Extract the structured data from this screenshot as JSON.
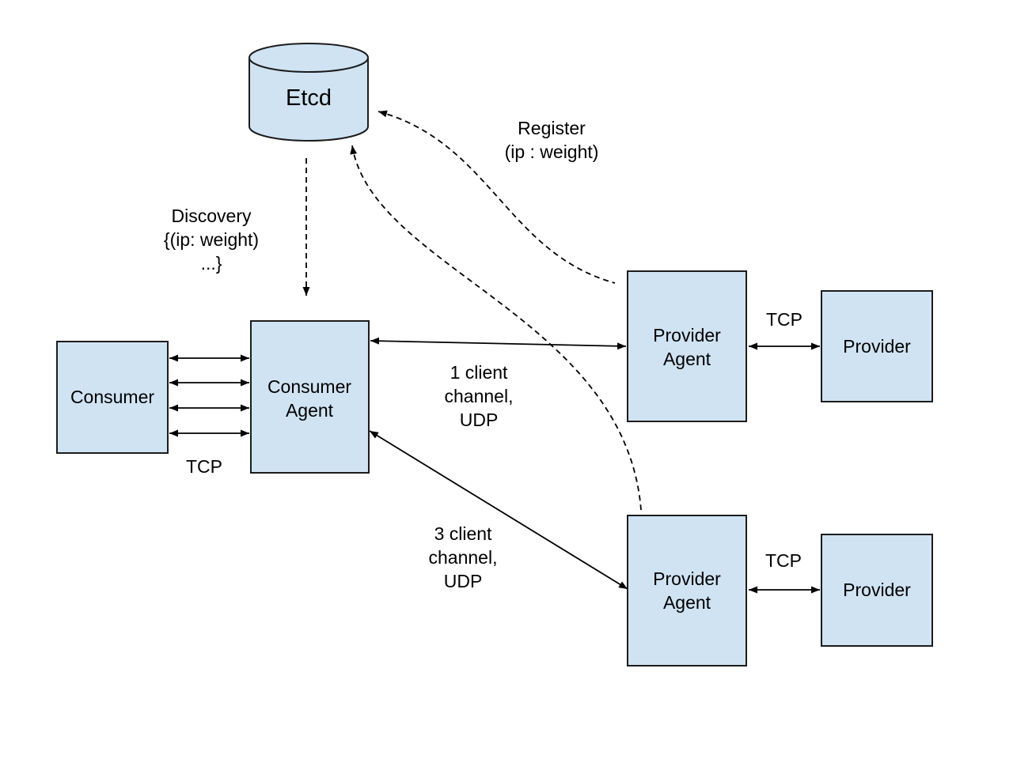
{
  "diagram": {
    "kind": "service-discovery-architecture",
    "background": "#ffffff"
  },
  "colors": {
    "node_fill": "#d0e3f3",
    "node_stroke": "#1c1c1c",
    "line": "#000000",
    "text": "#000000"
  },
  "nodes": {
    "etcd": {
      "label": "Etcd",
      "shape": "cylinder"
    },
    "consumer": {
      "label": "Consumer",
      "shape": "rect"
    },
    "consumer_agent": {
      "line1": "Consumer",
      "line2": "Agent",
      "shape": "rect"
    },
    "provider_agent_top": {
      "line1": "Provider",
      "line2": "Agent",
      "shape": "rect"
    },
    "provider_top": {
      "label": "Provider",
      "shape": "rect"
    },
    "provider_agent_bottom": {
      "line1": "Provider",
      "line2": "Agent",
      "shape": "rect"
    },
    "provider_bottom": {
      "label": "Provider",
      "shape": "rect"
    }
  },
  "edges": {
    "register": {
      "lines": [
        "Register",
        "(ip : weight)"
      ],
      "style": "dashed",
      "from": "provider_agent_top",
      "to": "etcd"
    },
    "register_bottom": {
      "style": "dashed",
      "from": "provider_agent_bottom",
      "to": "etcd"
    },
    "discovery": {
      "lines": [
        "Discovery",
        "{(ip: weight)",
        "...}"
      ],
      "style": "dashed",
      "from": "etcd",
      "to": "consumer_agent"
    },
    "consumer_tcp": {
      "label": "TCP",
      "style": "solid-double-arrow-x4",
      "from": "consumer",
      "to": "consumer_agent"
    },
    "channel_1": {
      "lines": [
        "1 client",
        "channel,",
        "UDP"
      ],
      "style": "solid-double-arrow",
      "from": "consumer_agent",
      "to": "provider_agent_top"
    },
    "channel_3": {
      "lines": [
        "3 client",
        "channel,",
        "UDP"
      ],
      "style": "solid-double-arrow",
      "from": "consumer_agent",
      "to": "provider_agent_bottom"
    },
    "provider_top_tcp": {
      "label": "TCP",
      "style": "solid-double-arrow",
      "from": "provider_agent_top",
      "to": "provider_top"
    },
    "provider_bottom_tcp": {
      "label": "TCP",
      "style": "solid-double-arrow",
      "from": "provider_agent_bottom",
      "to": "provider_bottom"
    }
  }
}
